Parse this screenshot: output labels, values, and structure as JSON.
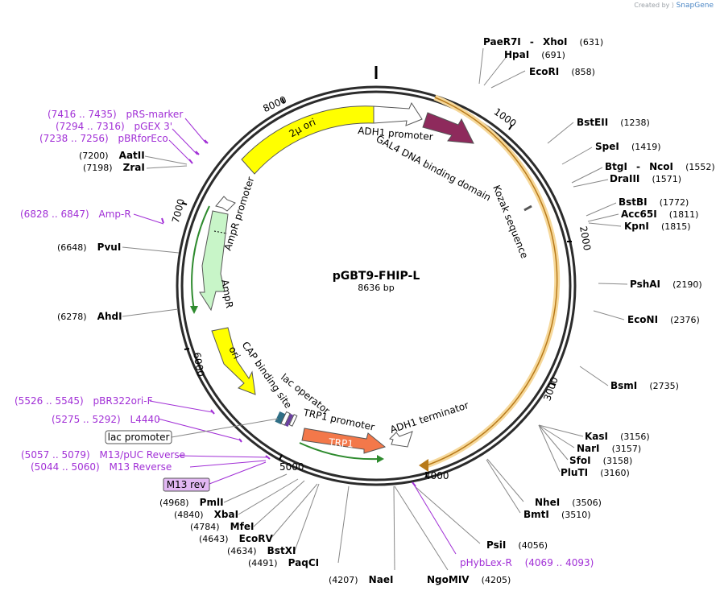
{
  "watermark": {
    "prefix": "Created by",
    "brand": "SnapGene"
  },
  "plasmid": {
    "name": "pGBT9-FHIP-L",
    "size_label": "8636 bp",
    "length": 8636
  },
  "ticks": [
    "1000",
    "2000",
    "3000",
    "4000",
    "5000",
    "6000",
    "7000",
    "8000"
  ],
  "sites_right": [
    {
      "name": "PaeR7I",
      "extra": "XhoI",
      "pos": "(631)"
    },
    {
      "name": "HpaI",
      "pos": "(691)"
    },
    {
      "name": "EcoRI",
      "pos": "(858)"
    },
    {
      "name": "BstEII",
      "pos": "(1238)"
    },
    {
      "name": "SpeI",
      "pos": "(1419)"
    },
    {
      "name": "BtgI",
      "extra": "NcoI",
      "pos": "(1552)"
    },
    {
      "name": "DraIII",
      "pos": "(1571)"
    },
    {
      "name": "BstBI",
      "pos": "(1772)"
    },
    {
      "name": "Acc65I",
      "pos": "(1811)"
    },
    {
      "name": "KpnI",
      "pos": "(1815)"
    },
    {
      "name": "PshAI",
      "pos": "(2190)"
    },
    {
      "name": "EcoNI",
      "pos": "(2376)"
    },
    {
      "name": "BsmI",
      "pos": "(2735)"
    },
    {
      "name": "KasI",
      "pos": "(3156)"
    },
    {
      "name": "NarI",
      "pos": "(3157)"
    },
    {
      "name": "SfoI",
      "pos": "(3158)"
    },
    {
      "name": "PluTI",
      "pos": "(3160)"
    },
    {
      "name": "NheI",
      "pos": "(3506)"
    },
    {
      "name": "BmtI",
      "pos": "(3510)"
    },
    {
      "name": "PsiI",
      "pos": "(4056)"
    }
  ],
  "sites_bottom": [
    {
      "name": "NaeI",
      "pos": "(4207)"
    },
    {
      "name": "NgoMIV",
      "pos": "(4205)"
    }
  ],
  "sites_left": [
    {
      "name": "AatII",
      "pos": "(7200)"
    },
    {
      "name": "ZraI",
      "pos": "(7198)"
    },
    {
      "name": "PvuI",
      "pos": "(6648)"
    },
    {
      "name": "AhdI",
      "pos": "(6278)"
    },
    {
      "name": "PmlI",
      "pos": "(4968)"
    },
    {
      "name": "XbaI",
      "pos": "(4840)"
    },
    {
      "name": "MfeI",
      "pos": "(4784)"
    },
    {
      "name": "EcoRV",
      "pos": "(4643)"
    },
    {
      "name": "BstXI",
      "pos": "(4634)"
    },
    {
      "name": "PaqCI",
      "pos": "(4491)"
    }
  ],
  "primers": [
    {
      "name": "pRS-marker",
      "range": "(7416 .. 7435)"
    },
    {
      "name": "pGEX 3'",
      "range": "(7294 .. 7316)"
    },
    {
      "name": "pBRforEco",
      "range": "(7238 .. 7256)"
    },
    {
      "name": "Amp-R",
      "range": "(6828 .. 6847)"
    },
    {
      "name": "pBR322ori-F",
      "range": "(5526 .. 5545)"
    },
    {
      "name": "L4440",
      "range": "(5275 .. 5292)"
    },
    {
      "name": "M13/pUC Reverse",
      "range": "(5057 .. 5079)"
    },
    {
      "name": "M13 Reverse",
      "range": "(5044 .. 5060)"
    },
    {
      "name": "pHybLex-R",
      "range": "(4069 .. 4093)"
    }
  ],
  "boxed_labels": {
    "lac_promoter": "lac promoter",
    "m13_rev": "M13 rev"
  },
  "features": {
    "two_micron_ori": "2μ ori",
    "adh1_promoter": "ADH1 promoter",
    "gal4_dbd": "GAL4 DNA binding domain",
    "kozak": "Kozak sequence",
    "ampr_promoter": "AmpR promoter",
    "ampr": "AmpR",
    "ori": "ori",
    "cap_site": "CAP binding site",
    "lac_operator": "lac operator",
    "trp1_promoter": "TRP1 promoter",
    "trp1": "TRP1",
    "adh1_terminator": "ADH1 terminator"
  },
  "colors": {
    "backbone": "#2b2b2b",
    "orf_orange": "#f0b84a",
    "gal4": "#8e2a5c",
    "yellow": "#ffff00",
    "ampr_green": "#c8f5c8",
    "trp1": "#f3784a",
    "primer": "#a12fd6",
    "green_line": "#2e8b2e"
  }
}
